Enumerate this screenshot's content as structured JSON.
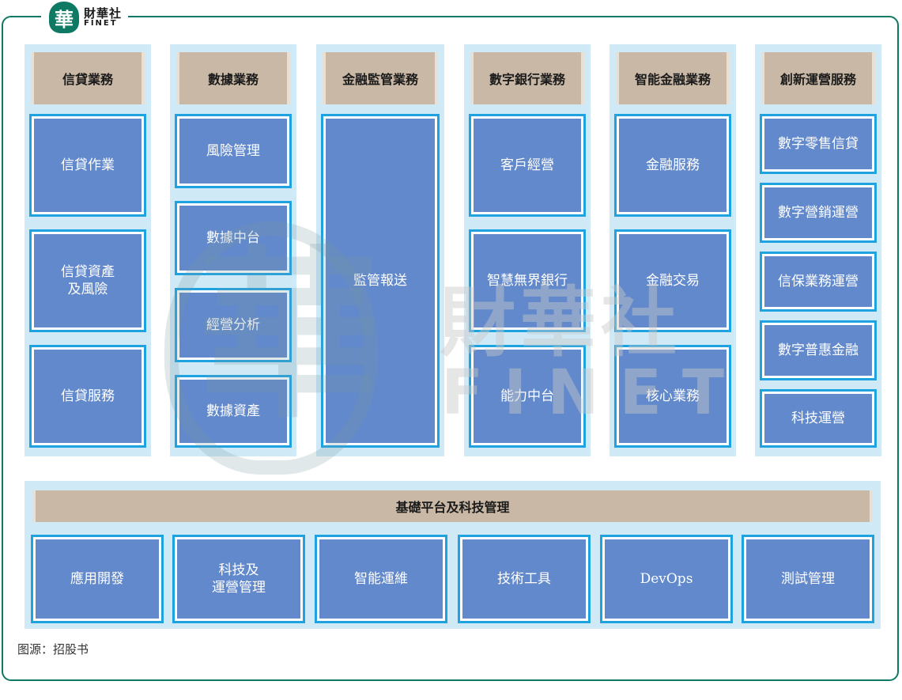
{
  "brand": {
    "mark": "華",
    "name_cn": "財華社",
    "name_en": "FINET"
  },
  "watermark": {
    "cn": "財華社",
    "en": "FINET",
    "seal": "華"
  },
  "columns": [
    {
      "title": "信貸業務",
      "items": [
        "信貸作業",
        "信貸資產\n及風險",
        "信貸服務"
      ]
    },
    {
      "title": "數據業務",
      "items": [
        "風險管理",
        "數據中台",
        "經營分析",
        "數據資產"
      ]
    },
    {
      "title": "金融監管業務",
      "items": [
        "監管報送"
      ]
    },
    {
      "title": "數字銀行業務",
      "items": [
        "客戶經營",
        "智慧無界銀行",
        "能力中台"
      ]
    },
    {
      "title": "智能金融業務",
      "items": [
        "金融服務",
        "金融交易",
        "核心業務"
      ]
    },
    {
      "title": "創新運營服務",
      "items": [
        "數字零售信貸",
        "數字營銷運營",
        "信保業務運營",
        "數字普惠金融",
        "科技運營"
      ]
    }
  ],
  "platform": {
    "title": "基礎平台及科技管理",
    "items": [
      "應用開發",
      "科技及\n運營管理",
      "智能運維",
      "技術工具",
      "DevOps",
      "測試管理"
    ]
  },
  "source": "图源：招股书",
  "colors": {
    "frame": "#0f7a64",
    "panel": "#cfe9f6",
    "header": "#c8b8a5",
    "box": "#6289cb",
    "box_outline": "#1fa3e0"
  }
}
